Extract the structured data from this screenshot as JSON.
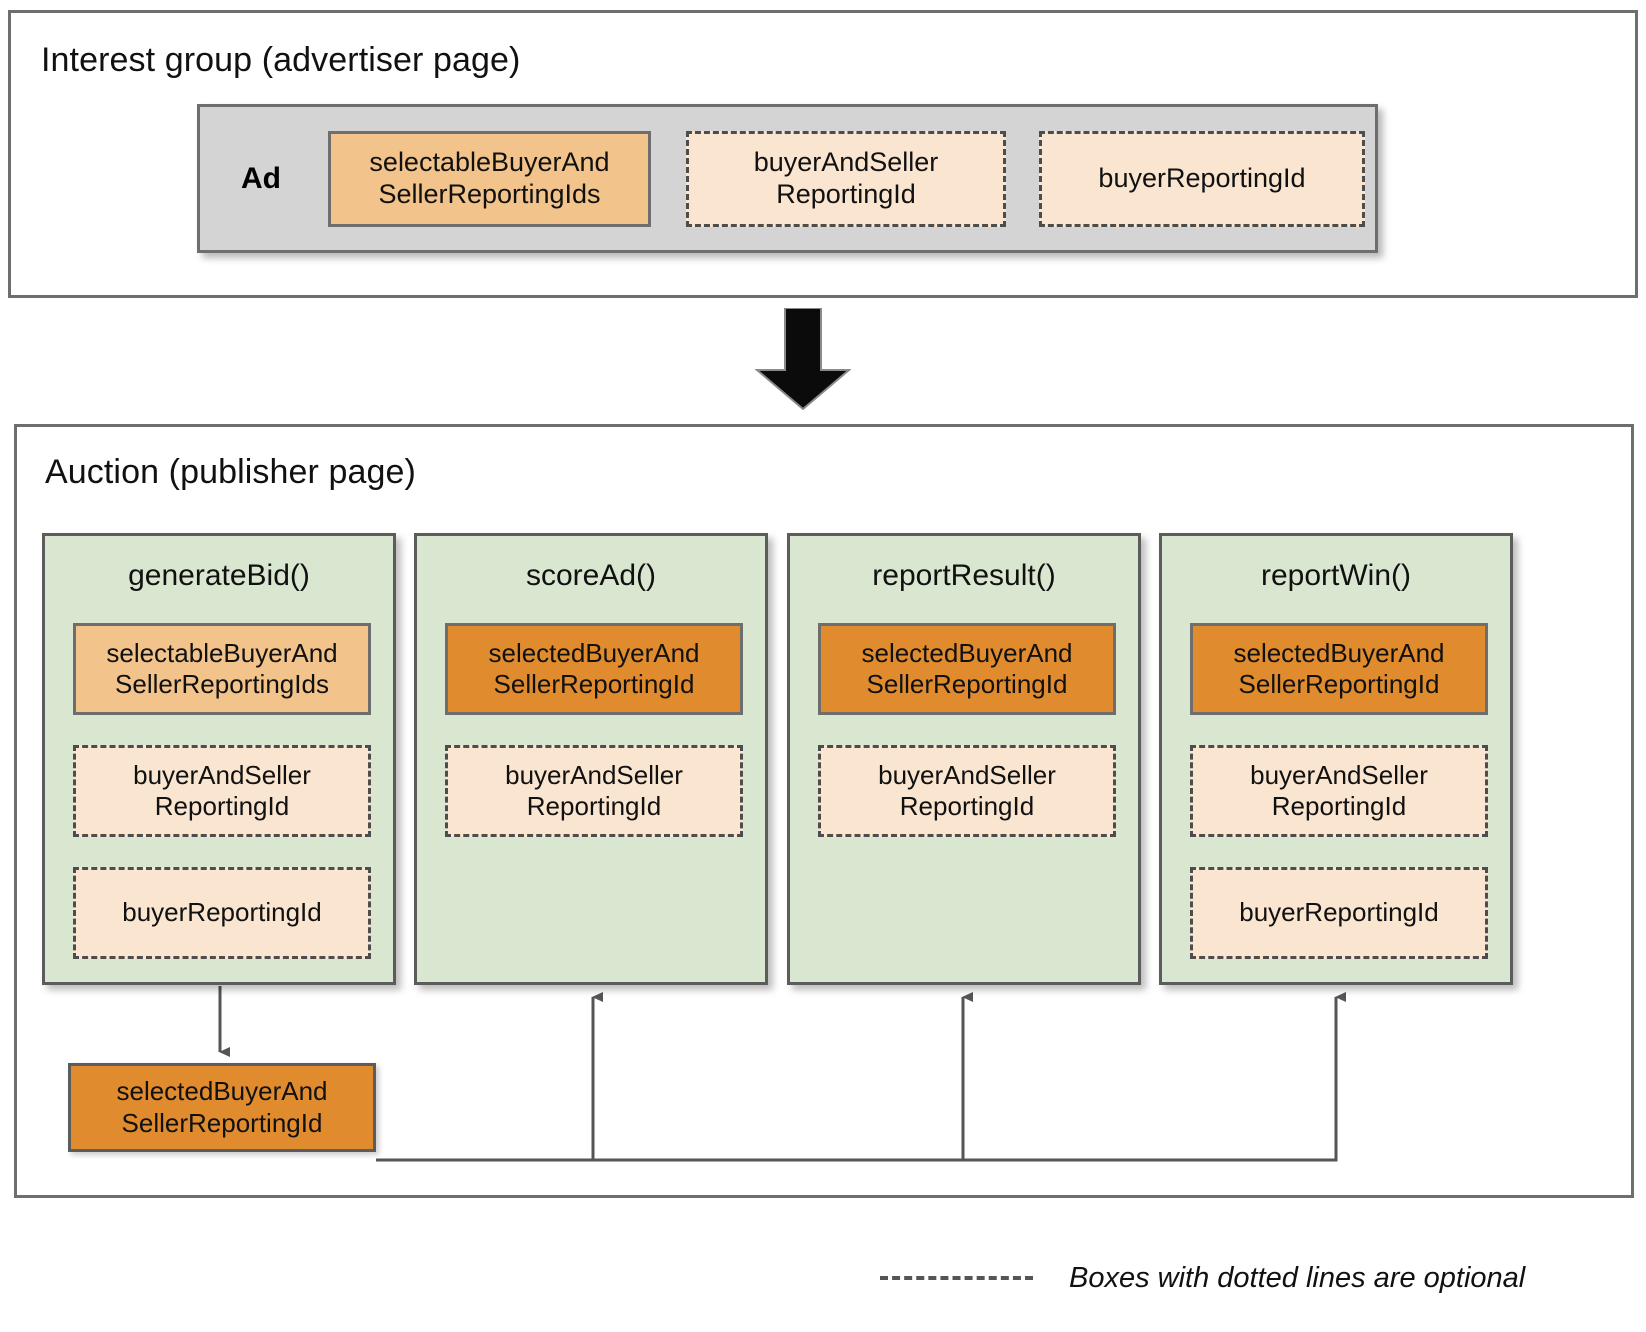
{
  "colors": {
    "frame_border": "#6e6e6e",
    "ad_container_bg": "#d4d4d4",
    "chip_selectable": "#f2c38a",
    "chip_selected": "#e08b2e",
    "chip_optional": "#fae5d0",
    "column_bg": "#d9e7d0",
    "connector": "#555555"
  },
  "interest_group": {
    "title": "Interest group (advertiser page)",
    "ad_label": "Ad",
    "chips": [
      {
        "text": "selectableBuyerAnd\nSellerReportingIds",
        "style": "solid-light",
        "optional": false
      },
      {
        "text": "buyerAndSeller\nReportingId",
        "style": "dotted",
        "optional": true
      },
      {
        "text": "buyerReportingId",
        "style": "dotted",
        "optional": true
      }
    ]
  },
  "auction": {
    "title": "Auction (publisher page)",
    "columns": [
      {
        "title": "generateBid()",
        "chips": [
          {
            "text": "selectableBuyerAnd\nSellerReportingIds",
            "style": "solid-light",
            "optional": false
          },
          {
            "text": "buyerAndSeller\nReportingId",
            "style": "dotted",
            "optional": true
          },
          {
            "text": "buyerReportingId",
            "style": "dotted",
            "optional": true
          }
        ]
      },
      {
        "title": "scoreAd()",
        "chips": [
          {
            "text": "selectedBuyerAnd\nSellerReportingId",
            "style": "solid-dark",
            "optional": false
          },
          {
            "text": "buyerAndSeller\nReportingId",
            "style": "dotted",
            "optional": true
          }
        ]
      },
      {
        "title": "reportResult()",
        "chips": [
          {
            "text": "selectedBuyerAnd\nSellerReportingId",
            "style": "solid-dark",
            "optional": false
          },
          {
            "text": "buyerAndSeller\nReportingId",
            "style": "dotted",
            "optional": true
          }
        ]
      },
      {
        "title": "reportWin()",
        "chips": [
          {
            "text": "selectedBuyerAnd\nSellerReportingId",
            "style": "solid-dark",
            "optional": false
          },
          {
            "text": "buyerAndSeller\nReportingId",
            "style": "dotted",
            "optional": true
          },
          {
            "text": "buyerReportingId",
            "style": "dotted",
            "optional": true
          }
        ]
      }
    ],
    "output_box": {
      "text": "selectedBuyerAnd\nSellerReportingId",
      "style": "solid-dark"
    }
  },
  "legend": {
    "text": "Boxes with dotted lines are optional"
  },
  "flow": {
    "stage_arrow": "down-arrow-interest-group-to-auction",
    "edges": [
      {
        "from": "generateBid()",
        "to": "selectedBuyerAndSellerReportingId"
      },
      {
        "from": "selectedBuyerAndSellerReportingId",
        "to": "scoreAd()"
      },
      {
        "from": "selectedBuyerAndSellerReportingId",
        "to": "reportResult()"
      },
      {
        "from": "selectedBuyerAndSellerReportingId",
        "to": "reportWin()"
      }
    ]
  }
}
